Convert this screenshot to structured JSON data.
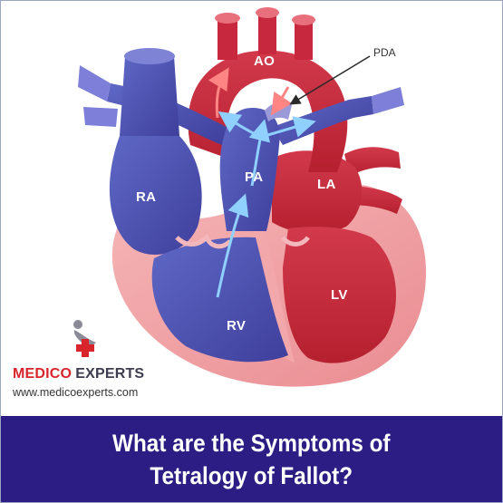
{
  "labels": {
    "ao": "AO",
    "pda": "PDA",
    "ra": "RA",
    "pa": "PA",
    "la": "LA",
    "lv": "LV",
    "rv": "RV"
  },
  "brand": {
    "name_part1": "MEDICO",
    "name_part2": "EXPERTS",
    "url": "www.medicoexperts.com"
  },
  "banner": {
    "line1": "What are the Symptoms of",
    "line2": "Tetralogy of Fallot?"
  },
  "colors": {
    "banner_bg": "#2b1d84",
    "oxygenated_red": "#c8283d",
    "deoxygenated_blue": "#5a55b5",
    "tissue_pink": "#f1a0a3",
    "flow_arrow_blue": "#7fc6ff",
    "flow_arrow_red": "#ff7a7a",
    "brand_red": "#d7252b"
  }
}
